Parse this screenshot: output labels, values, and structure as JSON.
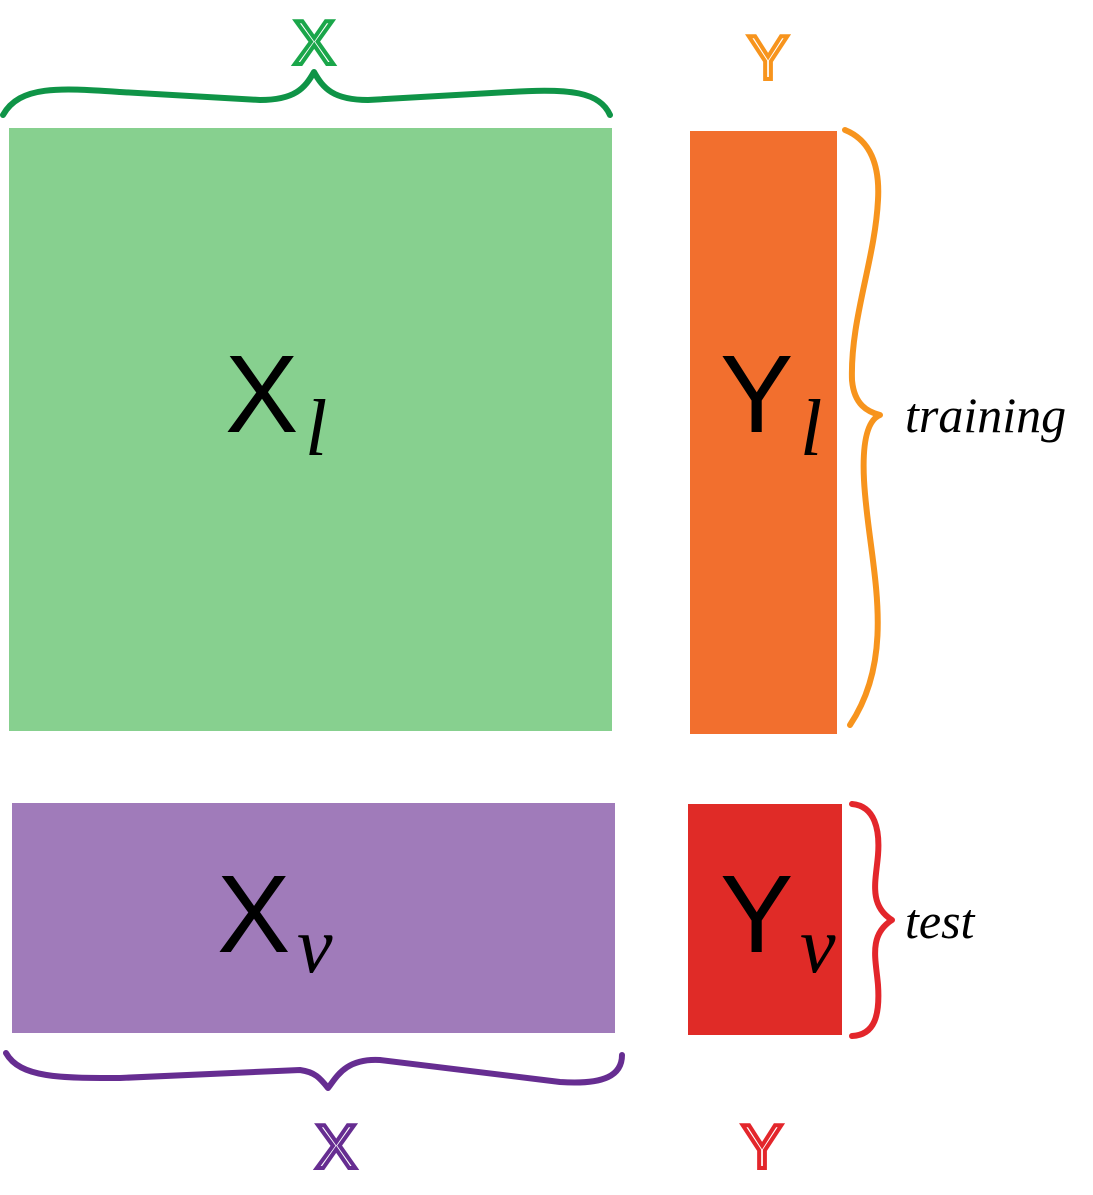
{
  "colors": {
    "x_train": "#87d08f",
    "y_train": "#f26f2e",
    "x_test": "#a07bba",
    "y_test": "#e02b27",
    "green": "#0f9447",
    "orange": "#f7941d",
    "purple": "#662d91",
    "red": "#e3262b"
  },
  "labels": {
    "top_x": "X",
    "top_y": "Y",
    "bottom_x": "X",
    "bottom_y": "Y",
    "xl_main": "X",
    "xl_sub": "l",
    "yl_main": "Y",
    "yl_sub": "l",
    "xv_main": "X",
    "xv_sub": "v",
    "yv_main": "Y",
    "yv_sub": "v",
    "training": "training",
    "test": "test"
  }
}
